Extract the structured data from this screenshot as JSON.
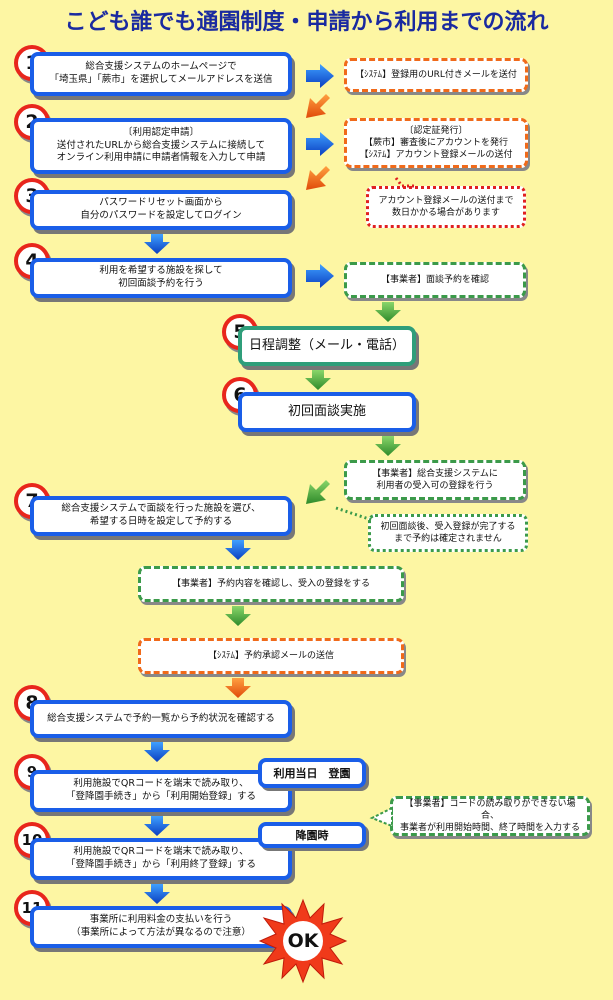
{
  "title": "こども誰でも通園制度・申請から利用までの流れ",
  "steps": [
    {
      "num": "1",
      "lines": [
        "総合支援システムのホームページで",
        "「埼玉県」「蕨市」を選択してメールアドレスを送信"
      ]
    },
    {
      "num": "2",
      "lines": [
        "〔利用認定申請〕",
        "送付されたURLから総合支援システムに接続して",
        "オンライン利用申請に申請者情報を入力して申請"
      ]
    },
    {
      "num": "3",
      "lines": [
        "パスワードリセット画面から",
        "自分のパスワードを設定してログイン"
      ]
    },
    {
      "num": "4",
      "lines": [
        "利用を希望する施設を探して",
        "初回面談予約を行う"
      ]
    },
    {
      "num": "5",
      "lines": [
        "日程調整（メール・電話）"
      ]
    },
    {
      "num": "6",
      "lines": [
        "初回面談実施"
      ]
    },
    {
      "num": "7",
      "lines": [
        "総合支援システムで面談を行った施設を選び、",
        "希望する日時を設定して予約する"
      ]
    },
    {
      "num": "8",
      "lines": [
        "総合支援システムで予約一覧から予約状況を確認する"
      ]
    },
    {
      "num": "9",
      "lines": [
        "利用施設でQRコードを端末で読み取り、",
        "「登降園手続き」から「利用開始登録」する"
      ]
    },
    {
      "num": "10",
      "lines": [
        "利用施設でQRコードを端末で読み取り、",
        "「登降園手続き」から「利用終了登録」する"
      ]
    },
    {
      "num": "11",
      "lines": [
        "事業所に利用料金の支払いを行う",
        "（事業所によって方法が異なるので注意）"
      ]
    }
  ],
  "side": {
    "s1": [
      "【ｼｽﾃﾑ】登録用のURL付きメールを送付"
    ],
    "s2": [
      "〔認定証発行〕",
      "【蕨市】審査後にアカウントを発行",
      "【ｼｽﾃﾑ】アカウント登録メールの送付"
    ],
    "note2": [
      "アカウント登録メールの送付まで",
      "数日かかる場合があります"
    ],
    "s4": [
      "【事業者】面談予約を確認"
    ],
    "s6": [
      "【事業者】総合支援システムに",
      "利用者の受入可の登録を行う"
    ],
    "note7": [
      "初回面談後、受入登録が完了する",
      "まで予約は確定されません"
    ],
    "mid1": [
      "【事業者】予約内容を確認し、受入の登録をする"
    ],
    "mid2": [
      "【ｼｽﾃﾑ】予約承認メールの送信"
    ],
    "note9": [
      "【事業者】コードの読み取りができない場合、",
      "事業者が利用開始時間、終了時間を入力する"
    ]
  },
  "tags": {
    "t9": "利用当日　登園",
    "t10": "降園時"
  },
  "ok": "OK",
  "colors": {
    "blue": "#1a5ee8",
    "red": "#e8261c",
    "orange": "#f06a1a",
    "green": "#3b9a4a",
    "background": "#fdf6a3"
  }
}
